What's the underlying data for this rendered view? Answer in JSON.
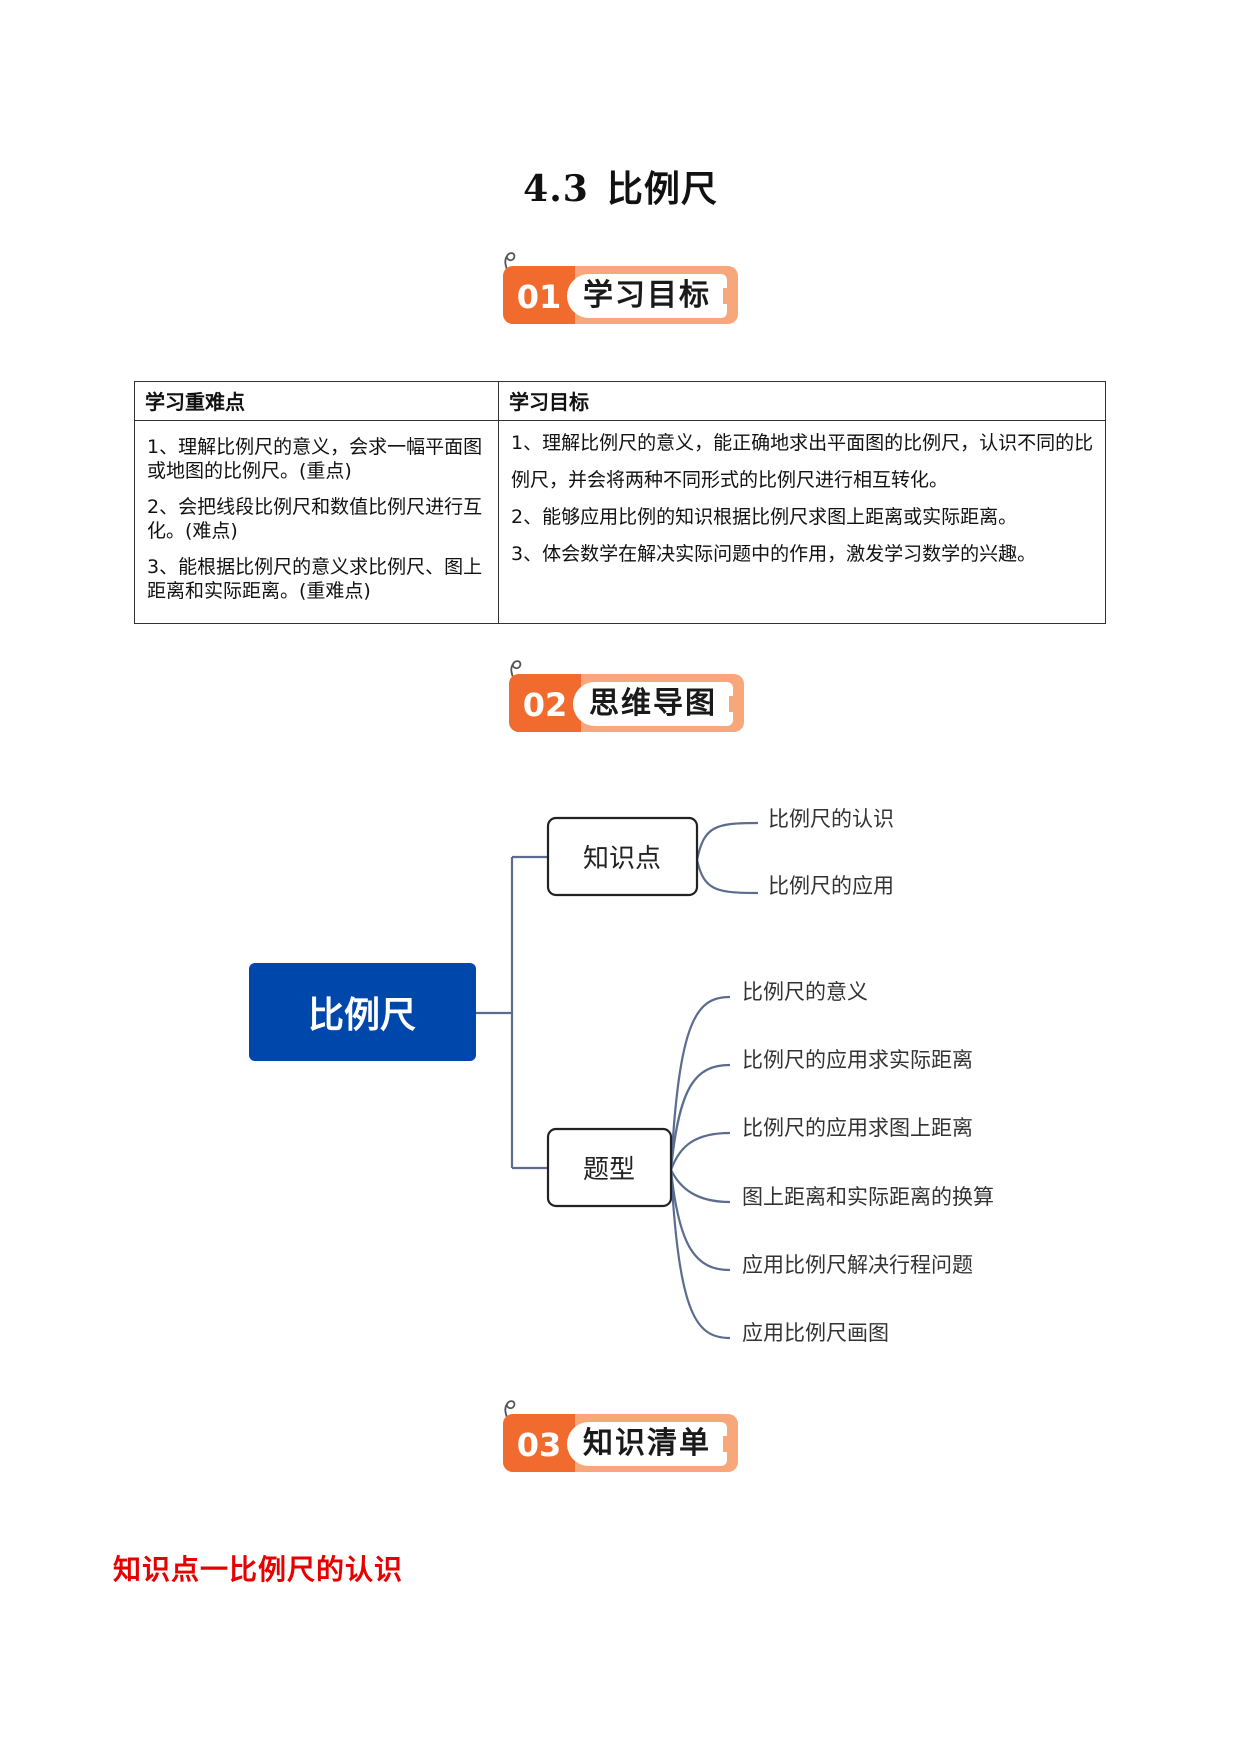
{
  "title": {
    "number": "4.3",
    "text": "比例尺"
  },
  "sections": [
    {
      "num": "01",
      "label": "学习目标"
    },
    {
      "num": "02",
      "label": "思维导图"
    },
    {
      "num": "03",
      "label": "知识清单"
    }
  ],
  "table": {
    "headers": [
      "学习重难点",
      "学习目标"
    ],
    "difficulties": [
      "1、理解比例尺的意义，会求一幅平面图或地图的比例尺。(重点)",
      "2、会把线段比例尺和数值比例尺进行互化。(难点)",
      "3、能根据比例尺的意义求比例尺、图上距离和实际距离。(重难点)"
    ],
    "goals": [
      "1、理解比例尺的意义，能正确地求出平面图的比例尺，认识不同的比例尺，并会将两种不同形式的比例尺进行相互转化。",
      "2、能够应用比例的知识根据比例尺求图上距离或实际距离。",
      "3、体会数学在解决实际问题中的作用，激发学习数学的兴趣。"
    ]
  },
  "mindmap": {
    "root": "比例尺",
    "branches": [
      {
        "label": "知识点",
        "items": [
          "比例尺的认识",
          "比例尺的应用"
        ]
      },
      {
        "label": "题型",
        "items": [
          "比例尺的意义",
          "比例尺的应用求实际距离",
          "比例尺的应用求图上距离",
          "图上距离和实际距离的换算",
          "应用比例尺解决行程问题",
          "应用比例尺画图"
        ]
      }
    ],
    "colors": {
      "root_fill": "#0047ab",
      "line": "#5b6c8f"
    }
  },
  "knowledge_point_title": "知识点一比例尺的认识"
}
